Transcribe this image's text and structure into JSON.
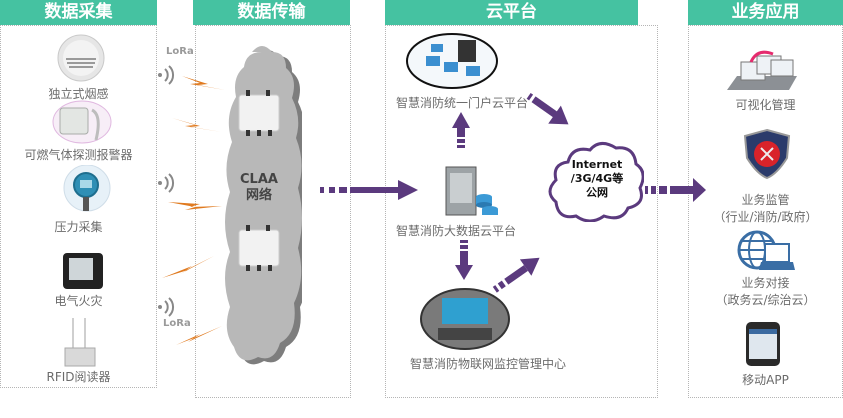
{
  "columns": {
    "collect": "数据采集",
    "transmit": "数据传输",
    "cloud": "云平台",
    "apps": "业务应用"
  },
  "devices": [
    {
      "label": "独立式烟感",
      "icon": "smoke-detector-icon"
    },
    {
      "label": "可燃气体探测报警器",
      "icon": "gas-detector-icon"
    },
    {
      "label": "压力采集",
      "icon": "pressure-gauge-icon"
    },
    {
      "label": "电气火灾",
      "icon": "electrical-meter-icon"
    },
    {
      "label": "RFID阅读器",
      "icon": "rfid-reader-icon"
    }
  ],
  "transmission": {
    "lora_top": "LoRa",
    "lora_bottom": "LoRa",
    "network_line1": "CLAA",
    "network_line2": "网络"
  },
  "cloud": {
    "portal": "智慧消防统一门户云平台",
    "bigdata": "智慧消防大数据云平台",
    "monitor": "智慧消防物联网监控管理中心",
    "internet_line1": "Internet",
    "internet_line2": "/3G/4G等",
    "internet_line3": "公网"
  },
  "apps": [
    {
      "label": "可视化管理",
      "sub": "",
      "icon": "visual-management-icon"
    },
    {
      "label": "业务监管",
      "sub": "（行业/消防/政府）",
      "icon": "fire-badge-icon"
    },
    {
      "label": "业务对接",
      "sub": "（政务云/综治云）",
      "icon": "globe-laptop-icon"
    },
    {
      "label": "移动APP",
      "sub": "",
      "icon": "smartphone-icon"
    }
  ],
  "colors": {
    "header": "#45c2a1",
    "arrow": "#5b3a7e",
    "lightning": "#e07a1f",
    "cloud_gray": "#b3b3b3"
  }
}
